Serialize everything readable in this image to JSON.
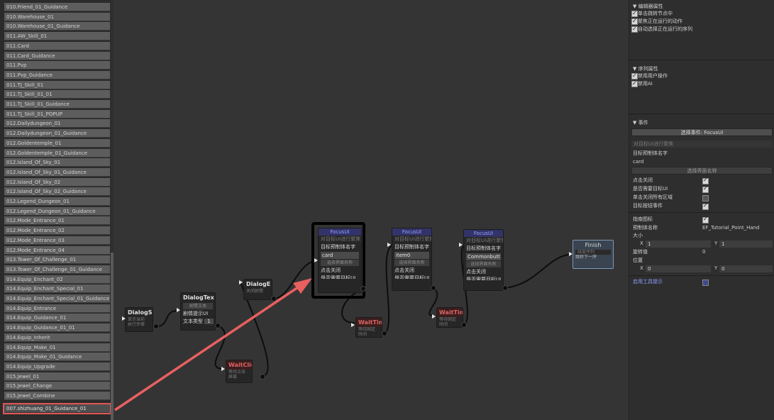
{
  "list": {
    "items": [
      "010.Friend_01_Guidance",
      "010.Warehouse_01",
      "010.Warehouse_01_Guidance",
      "011.AW_Skill_01",
      "011.Card",
      "011.Card_Guidance",
      "011.Pvp",
      "011.Pvp_Guidance",
      "011.TJ_Skill_01",
      "011.TJ_Skill_01_01",
      "011.TJ_Skill_01_Guidance",
      "011.TJ_Skill_01_POPUP",
      "012.Dailydungeon_01",
      "012.Dailydungeon_01_Guidance",
      "012.Goldentemple_01",
      "012.Goldentemple_01_Guidance",
      "012.Island_Of_Sky_01",
      "012.Island_Of_Sky_01_Guidance",
      "012.Island_Of_Sky_02",
      "012.Island_Of_Sky_02_Guidance",
      "012.Legend_Dungeon_01",
      "012.Legend_Dungeon_01_Guidance",
      "012.Mode_Entrance_01",
      "012.Mode_Entrance_02",
      "012.Mode_Entrance_03",
      "012.Mode_Entrance_04",
      "013.Tower_Of_Challenge_01",
      "013.Tower_Of_Challenge_01_Guidance",
      "014.Equip_Enchant_02",
      "014.Equip_Enchant_Special_01",
      "014.Equip_Enchant_Special_01_Guidance",
      "014.Equip_Entrance",
      "014.Equip_Guidance_01",
      "014.Equip_Guidance_01_01",
      "014.Equip_Inherit",
      "014.Equip_Make_01",
      "014.Equip_Make_01_Guidance",
      "014.Equip_Upgrade",
      "015.Jewel_01",
      "015.Jewel_Change",
      "015.Jewel_Combine"
    ],
    "selected": "007.shizhuang_01_Guidance_01"
  },
  "nodes": {
    "dialogs": {
      "title": "DialogS",
      "sub1": "显示当前",
      "sub2": "执行步骤"
    },
    "dialogtex": {
      "title": "DialogTex",
      "field1": "剧情文本",
      "row1": "剧情提示UI",
      "row2": "文本类型",
      "val2": "1"
    },
    "dialoge": {
      "title": "DialogE",
      "sub1": "关闭剧情"
    },
    "waitclick": {
      "title": "WaitClick",
      "sub1": "等待点击",
      "sub2": "屏幕"
    },
    "focus1": {
      "header": "FocusUI",
      "desc": "对目标UI进行聚焦",
      "row1": "目标预制体名字",
      "field": "card",
      "btn": "选择界面名称",
      "row2": "点击关闭",
      "row3": "是否需要目标UI"
    },
    "waittime1": {
      "title": "WaitTime",
      "sub1": "等待固定",
      "sub2": "时间"
    },
    "focus2": {
      "header": "FocusUI",
      "desc": "对目标UI进行聚焦",
      "row1": "目标预制体名字",
      "field": "item0",
      "btn": "选择界面名称",
      "row2": "点击关闭",
      "row3": "是否需要目标UI"
    },
    "waittime2": {
      "title": "WaitTime",
      "sub1": "等待固定",
      "sub2": "时间"
    },
    "focus3": {
      "header": "FocusUI",
      "desc": "对目标UI进行聚焦",
      "row1": "目标预制体名字",
      "field": "Commonbutt",
      "btn": "选择界面名称",
      "row2": "点击关闭",
      "row3": "是否需要目标UI"
    },
    "finish": {
      "title": "Finish",
      "sub1": "结束序列",
      "sub2": "跳转下一序"
    }
  },
  "inspector": {
    "editor": {
      "title": "▼ 编辑器属性",
      "options": [
        {
          "label": "单击跳转节点中",
          "checked": true
        },
        {
          "label": "聚焦正在运行的动作",
          "checked": true
        },
        {
          "label": "自动选择正在运行的序列",
          "checked": true
        }
      ]
    },
    "sequence": {
      "title": "▼ 序列属性",
      "options": [
        {
          "label": "禁用用户操作",
          "checked": true
        },
        {
          "label": "禁用AI",
          "checked": true
        }
      ]
    },
    "event": {
      "title": "▼ 事件",
      "select_button": "选择事件: FocusUI",
      "description": "对目标UI进行聚焦",
      "prefab_label": "目标预制体名字",
      "prefab_value": "card",
      "choose_button": "选择界面名称",
      "checks": [
        {
          "label": "点击关闭",
          "checked": true
        },
        {
          "label": "是否需要目标UI",
          "checked": true
        },
        {
          "label": "单击关闭所有区域",
          "checked": false
        },
        {
          "label": "目标按钮事件",
          "checked": true
        }
      ],
      "guide_label": "指南图标",
      "guide_checked": true,
      "prefab2_label": "预制体名称",
      "prefab2_value": "EF_Tutorial_Point_Hand",
      "size_label": "大小",
      "size_x_label": "X",
      "size_x": "1",
      "size_y_label": "Y",
      "size_y": "1",
      "rotation_label": "旋转值",
      "rotation": "0",
      "position_label": "位置",
      "pos_x_label": "X",
      "pos_x": "0",
      "pos_y_label": "Y",
      "pos_y": "0",
      "tooltip_label": "启用工具提示"
    }
  },
  "colors": {
    "accent": "#9aa6ff",
    "highlight": "#e05555",
    "arrow": "#e86060"
  }
}
